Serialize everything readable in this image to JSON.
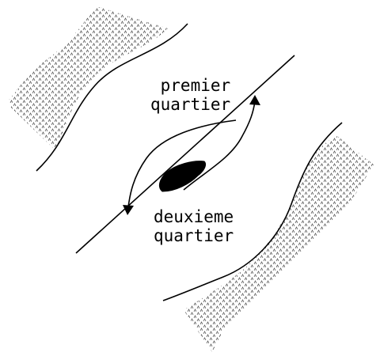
{
  "labels": {
    "first_quarter": {
      "line1": "premier",
      "line2": "quartier"
    },
    "second_quarter": {
      "line1": "deuxieme",
      "line2": "quartier"
    }
  },
  "colors": {
    "ink": "#000000",
    "stipple": "#555555",
    "background": "#ffffff"
  }
}
